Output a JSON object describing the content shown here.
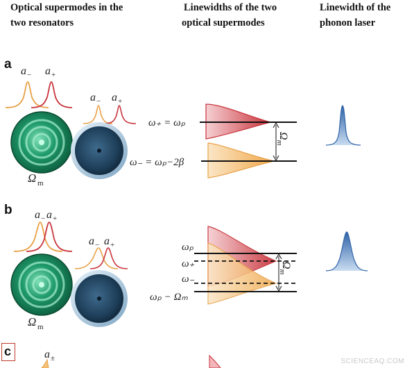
{
  "headers": {
    "col1": [
      "Optical supermodes in the",
      "two resonators"
    ],
    "col2": [
      "Linewidths of the two",
      "optical supermodes"
    ],
    "col3": [
      "Linewidth of the",
      "phonon laser"
    ]
  },
  "panels": {
    "a": {
      "label": "a",
      "mode_minus": "a",
      "mode_minus_sub": "−",
      "mode_plus": "a",
      "mode_plus_sub": "+",
      "omega_m": "Ω",
      "omega_m_sub": "m",
      "eq_plus": "ω₊ = ωₚ",
      "eq_minus": "ω₋ = ωₚ−2β",
      "gap_label": "Ω",
      "gap_label_sub": "m"
    },
    "b": {
      "label": "b",
      "mode_minus": "a",
      "mode_minus_sub": "−",
      "mode_plus": "a",
      "mode_plus_sub": "+",
      "omega_m": "Ω",
      "omega_m_sub": "m",
      "level_p": "ωₚ",
      "level_plus": "ω₊",
      "level_minus": "ω₋",
      "level_low": "ωₚ − Ωₘ",
      "gap_label": "Ω",
      "gap_label_sub": "m"
    },
    "c": {
      "label": "c",
      "mode_pm": "a",
      "mode_pm_sub": "±"
    }
  },
  "colors": {
    "red_mode": "#c8343c",
    "orange_mode": "#e8a046",
    "green_resonator": "#1f9a6a",
    "blue_resonator": "#1e3f5a",
    "phonon_peak": "#2f63a8"
  },
  "watermark": "SCIENCEAQ.COM"
}
